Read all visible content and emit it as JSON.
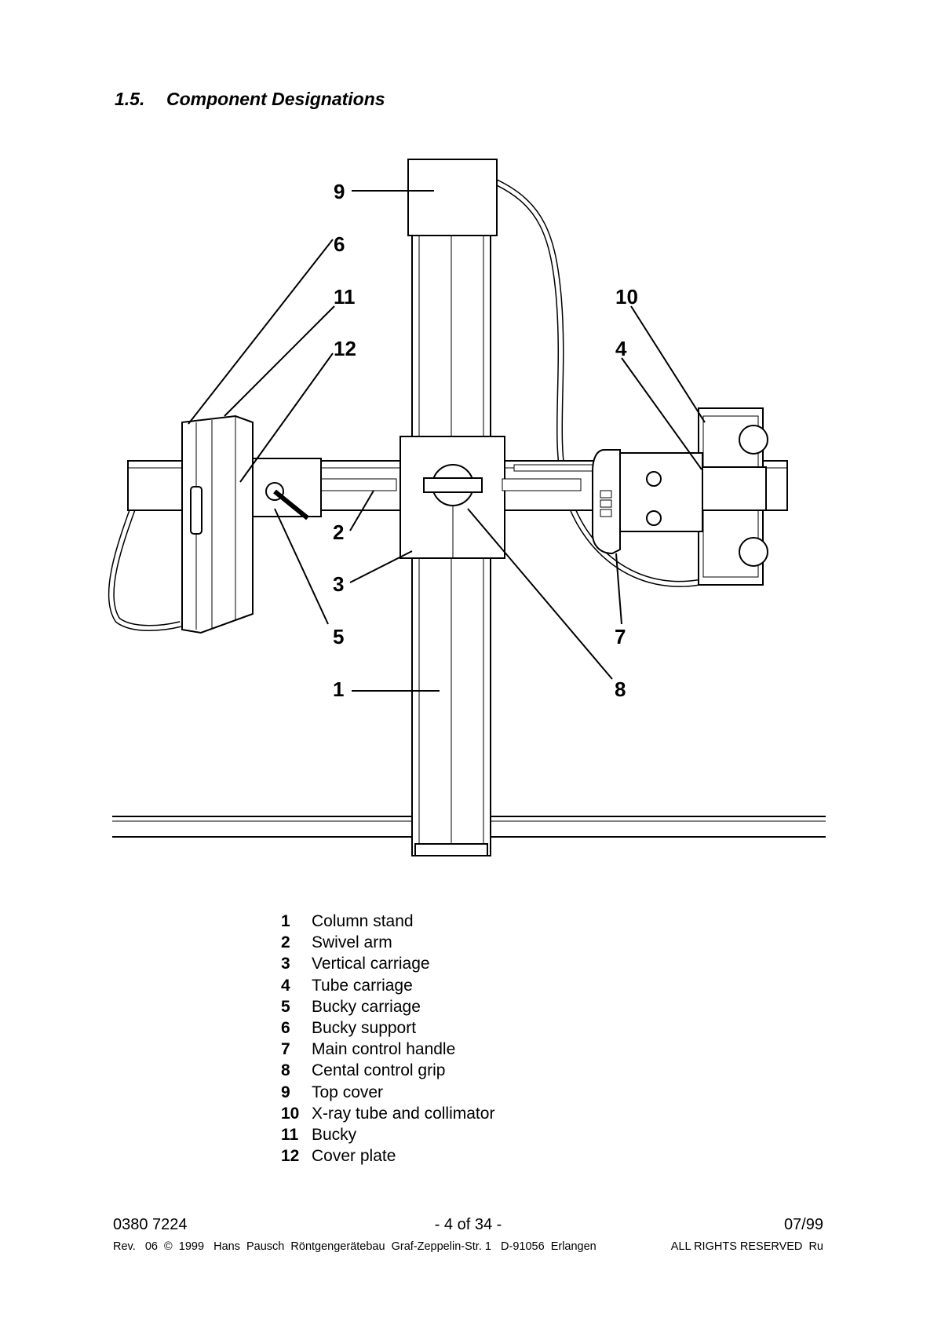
{
  "section": {
    "number": "1.5.",
    "title": "Component Designations"
  },
  "figure_callouts": [
    "9",
    "6",
    "11",
    "12",
    "10",
    "4",
    "2",
    "3",
    "5",
    "7",
    "1",
    "8"
  ],
  "legend": [
    {
      "num": "1",
      "label": "Column stand"
    },
    {
      "num": "2",
      "label": "Swivel arm"
    },
    {
      "num": "3",
      "label": "Vertical carriage"
    },
    {
      "num": "4",
      "label": "Tube carriage"
    },
    {
      "num": "5",
      "label": "Bucky carriage"
    },
    {
      "num": "6",
      "label": "Bucky support"
    },
    {
      "num": "7",
      "label": "Main control handle"
    },
    {
      "num": "8",
      "label": "Cental control grip"
    },
    {
      "num": "9",
      "label": "Top cover"
    },
    {
      "num": "10",
      "label": "X-ray tube and collimator"
    },
    {
      "num": "11",
      "label": "Bucky"
    },
    {
      "num": "12",
      "label": "Cover plate"
    }
  ],
  "footer": {
    "doc_number": "0380 7224",
    "page": "- 4 of 34 -",
    "date": "07/99",
    "revision": "Rev.   06  ©  1999   Hans  Pausch  Röntgengerätebau  Graf-Zeppelin-Str. 1   D-91056  Erlangen",
    "rights": "ALL RIGHTS RESERVED  Ru"
  }
}
